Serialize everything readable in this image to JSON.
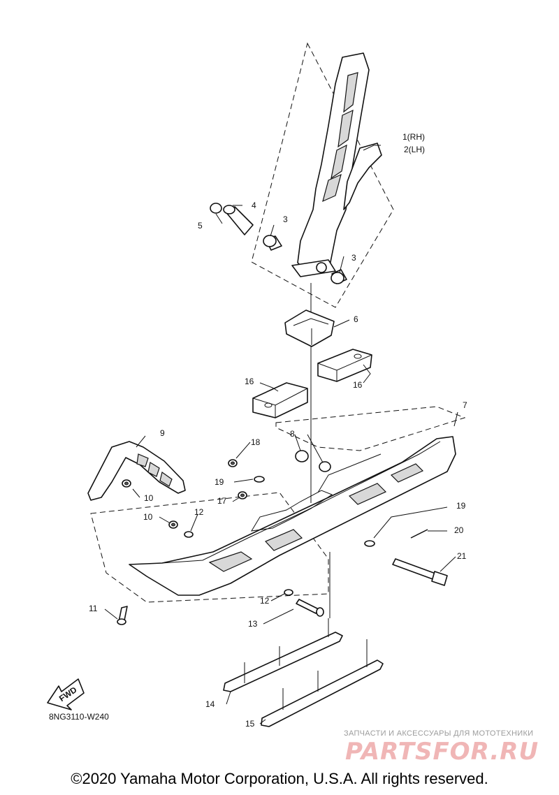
{
  "callouts": [
    {
      "id": "c1",
      "text": "1(RH)"
    },
    {
      "id": "c2",
      "text": "2(LH)"
    },
    {
      "id": "c3a",
      "text": "3"
    },
    {
      "id": "c3b",
      "text": "3"
    },
    {
      "id": "c4",
      "text": "4"
    },
    {
      "id": "c5",
      "text": "5"
    },
    {
      "id": "c6",
      "text": "6"
    },
    {
      "id": "c7",
      "text": "7"
    },
    {
      "id": "c8",
      "text": "8"
    },
    {
      "id": "c9",
      "text": "9"
    },
    {
      "id": "c10a",
      "text": "10"
    },
    {
      "id": "c10b",
      "text": "10"
    },
    {
      "id": "c11",
      "text": "11"
    },
    {
      "id": "c12a",
      "text": "12"
    },
    {
      "id": "c12b",
      "text": "12"
    },
    {
      "id": "c13",
      "text": "13"
    },
    {
      "id": "c14",
      "text": "14"
    },
    {
      "id": "c15",
      "text": "15"
    },
    {
      "id": "c16a",
      "text": "16"
    },
    {
      "id": "c16b",
      "text": "16"
    },
    {
      "id": "c17",
      "text": "17"
    },
    {
      "id": "c18",
      "text": "18"
    },
    {
      "id": "c19a",
      "text": "19"
    },
    {
      "id": "c19b",
      "text": "19"
    },
    {
      "id": "c20",
      "text": "20"
    },
    {
      "id": "c21",
      "text": "21"
    }
  ],
  "fwd_label": "FWD",
  "diagram_code": "8NG3110-W240",
  "watermark": {
    "tagline": "ЗАПЧАСТИ И АКСЕССУАРЫ ДЛЯ МОТОТЕХНИКИ",
    "logo": "PARTSFOR.RU"
  },
  "copyright": "©2020 Yamaha Motor Corporation, U.S.A. All rights reserved."
}
